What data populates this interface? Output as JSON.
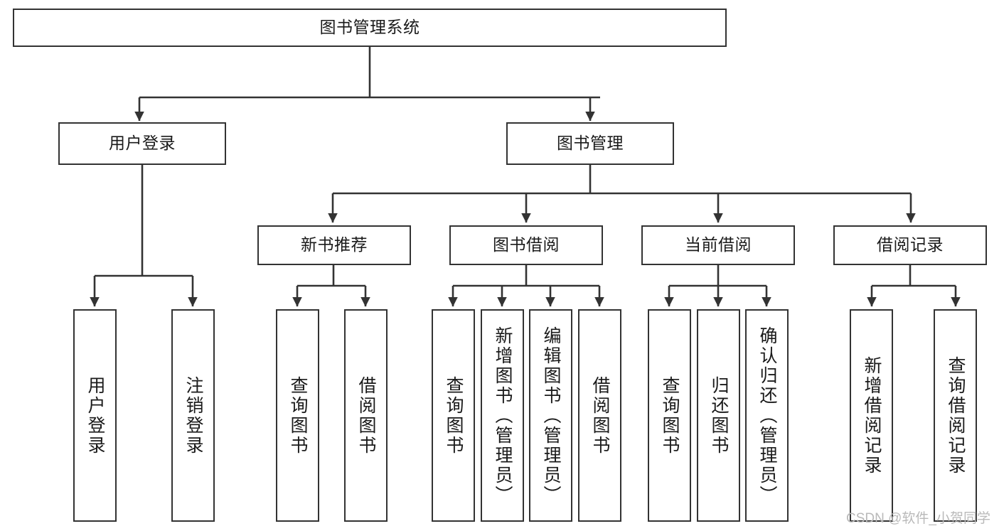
{
  "diagram": {
    "type": "tree",
    "title": "图书管理系统",
    "watermark": "CSDN @软件_小贺同学",
    "colors": {
      "node_border": "#333333",
      "node_fill": "#ffffff",
      "edge": "#333333",
      "text": "#1a1a1a",
      "watermark": "#b9b9b9"
    },
    "nodes": {
      "root": {
        "label": "图书管理系统",
        "orientation": "horizontal"
      },
      "l2": [
        {
          "id": "user-login",
          "label": "用户登录",
          "orientation": "horizontal"
        },
        {
          "id": "book-management",
          "label": "图书管理",
          "orientation": "horizontal"
        }
      ],
      "l3": [
        {
          "id": "new-book-recommend",
          "label": "新书推荐",
          "orientation": "horizontal"
        },
        {
          "id": "book-borrow",
          "label": "图书借阅",
          "orientation": "horizontal"
        },
        {
          "id": "current-borrow",
          "label": "当前借阅",
          "orientation": "horizontal"
        },
        {
          "id": "borrow-record",
          "label": "借阅记录",
          "orientation": "horizontal"
        }
      ],
      "l4": [
        {
          "id": "leaf-user-login",
          "label": "用户登录",
          "parent": "user-login",
          "orientation": "vertical"
        },
        {
          "id": "leaf-user-logout",
          "label": "注销登录",
          "parent": "user-login",
          "orientation": "vertical"
        },
        {
          "id": "leaf-query-book-1",
          "label": "查询图书",
          "parent": "new-book-recommend",
          "orientation": "vertical"
        },
        {
          "id": "leaf-borrow-book-1",
          "label": "借阅图书",
          "parent": "new-book-recommend",
          "orientation": "vertical"
        },
        {
          "id": "leaf-query-book-2",
          "label": "查询图书",
          "parent": "book-borrow",
          "orientation": "vertical"
        },
        {
          "id": "leaf-add-book",
          "label": "新增图书（管理员）",
          "parent": "book-borrow",
          "orientation": "vertical"
        },
        {
          "id": "leaf-edit-book",
          "label": "编辑图书（管理员）",
          "parent": "book-borrow",
          "orientation": "vertical"
        },
        {
          "id": "leaf-borrow-book-2",
          "label": "借阅图书",
          "parent": "book-borrow",
          "orientation": "vertical"
        },
        {
          "id": "leaf-query-book-3",
          "label": "查询图书",
          "parent": "current-borrow",
          "orientation": "vertical"
        },
        {
          "id": "leaf-return-book",
          "label": "归还图书",
          "parent": "current-borrow",
          "orientation": "vertical"
        },
        {
          "id": "leaf-confirm-return",
          "label": "确认归还（管理员）",
          "parent": "current-borrow",
          "orientation": "vertical"
        },
        {
          "id": "leaf-add-record",
          "label": "新增借阅记录",
          "parent": "borrow-record",
          "orientation": "vertical"
        },
        {
          "id": "leaf-query-record",
          "label": "查询借阅记录",
          "parent": "borrow-record",
          "orientation": "vertical"
        }
      ]
    }
  }
}
